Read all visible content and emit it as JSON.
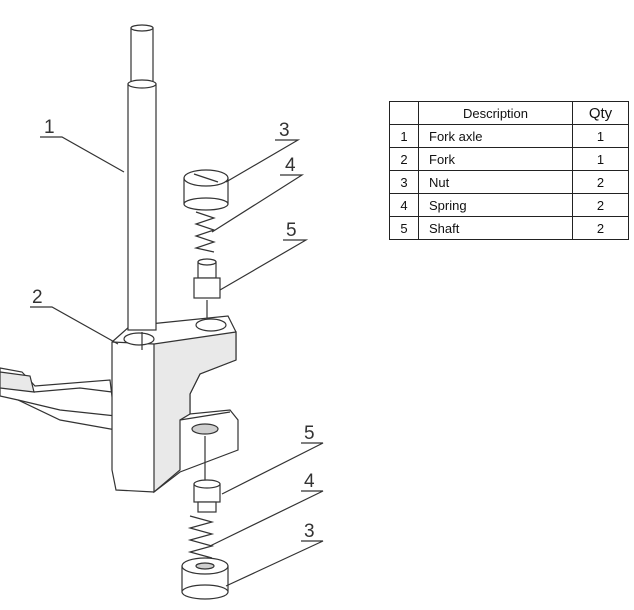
{
  "callouts": [
    "1",
    "2",
    "3",
    "4",
    "5",
    "5",
    "4",
    "3"
  ],
  "table": {
    "headers": {
      "no": "",
      "description": "Description",
      "qty": "Qty"
    },
    "rows": [
      {
        "no": "1",
        "description": "Fork axle",
        "qty": "1"
      },
      {
        "no": "2",
        "description": "Fork",
        "qty": "1"
      },
      {
        "no": "3",
        "description": "Nut",
        "qty": "2"
      },
      {
        "no": "4",
        "description": "Spring",
        "qty": "2"
      },
      {
        "no": "5",
        "description": "Shaft",
        "qty": "2"
      }
    ]
  }
}
